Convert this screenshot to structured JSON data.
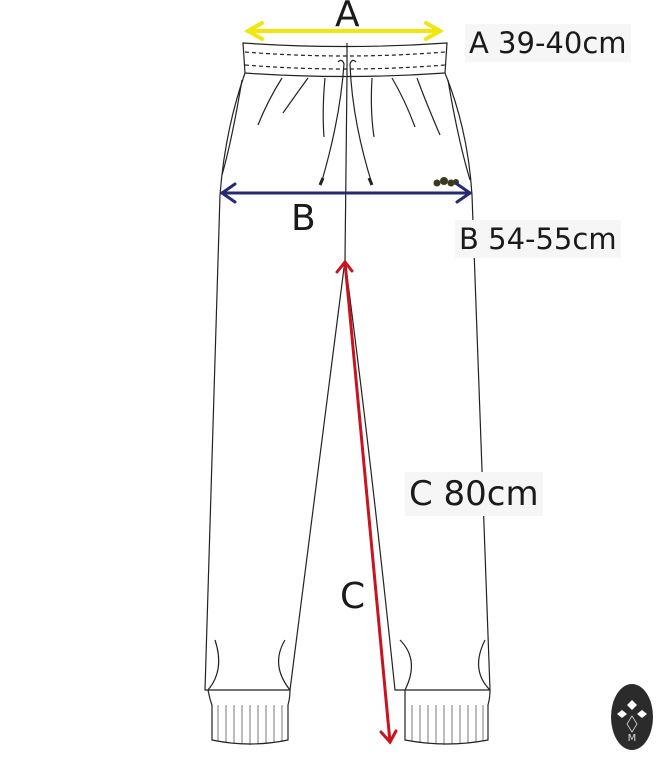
{
  "measurements": {
    "a": {
      "letter": "A",
      "label": "A 39-40cm",
      "color": "#f2e60f"
    },
    "b": {
      "letter": "B",
      "label": "B 54-55cm",
      "color": "#262a6e"
    },
    "c": {
      "letter": "C",
      "label": "C 80cm",
      "color": "#c8141e"
    }
  },
  "logo": {
    "icon": "brand-logo-icon",
    "text": "M"
  }
}
